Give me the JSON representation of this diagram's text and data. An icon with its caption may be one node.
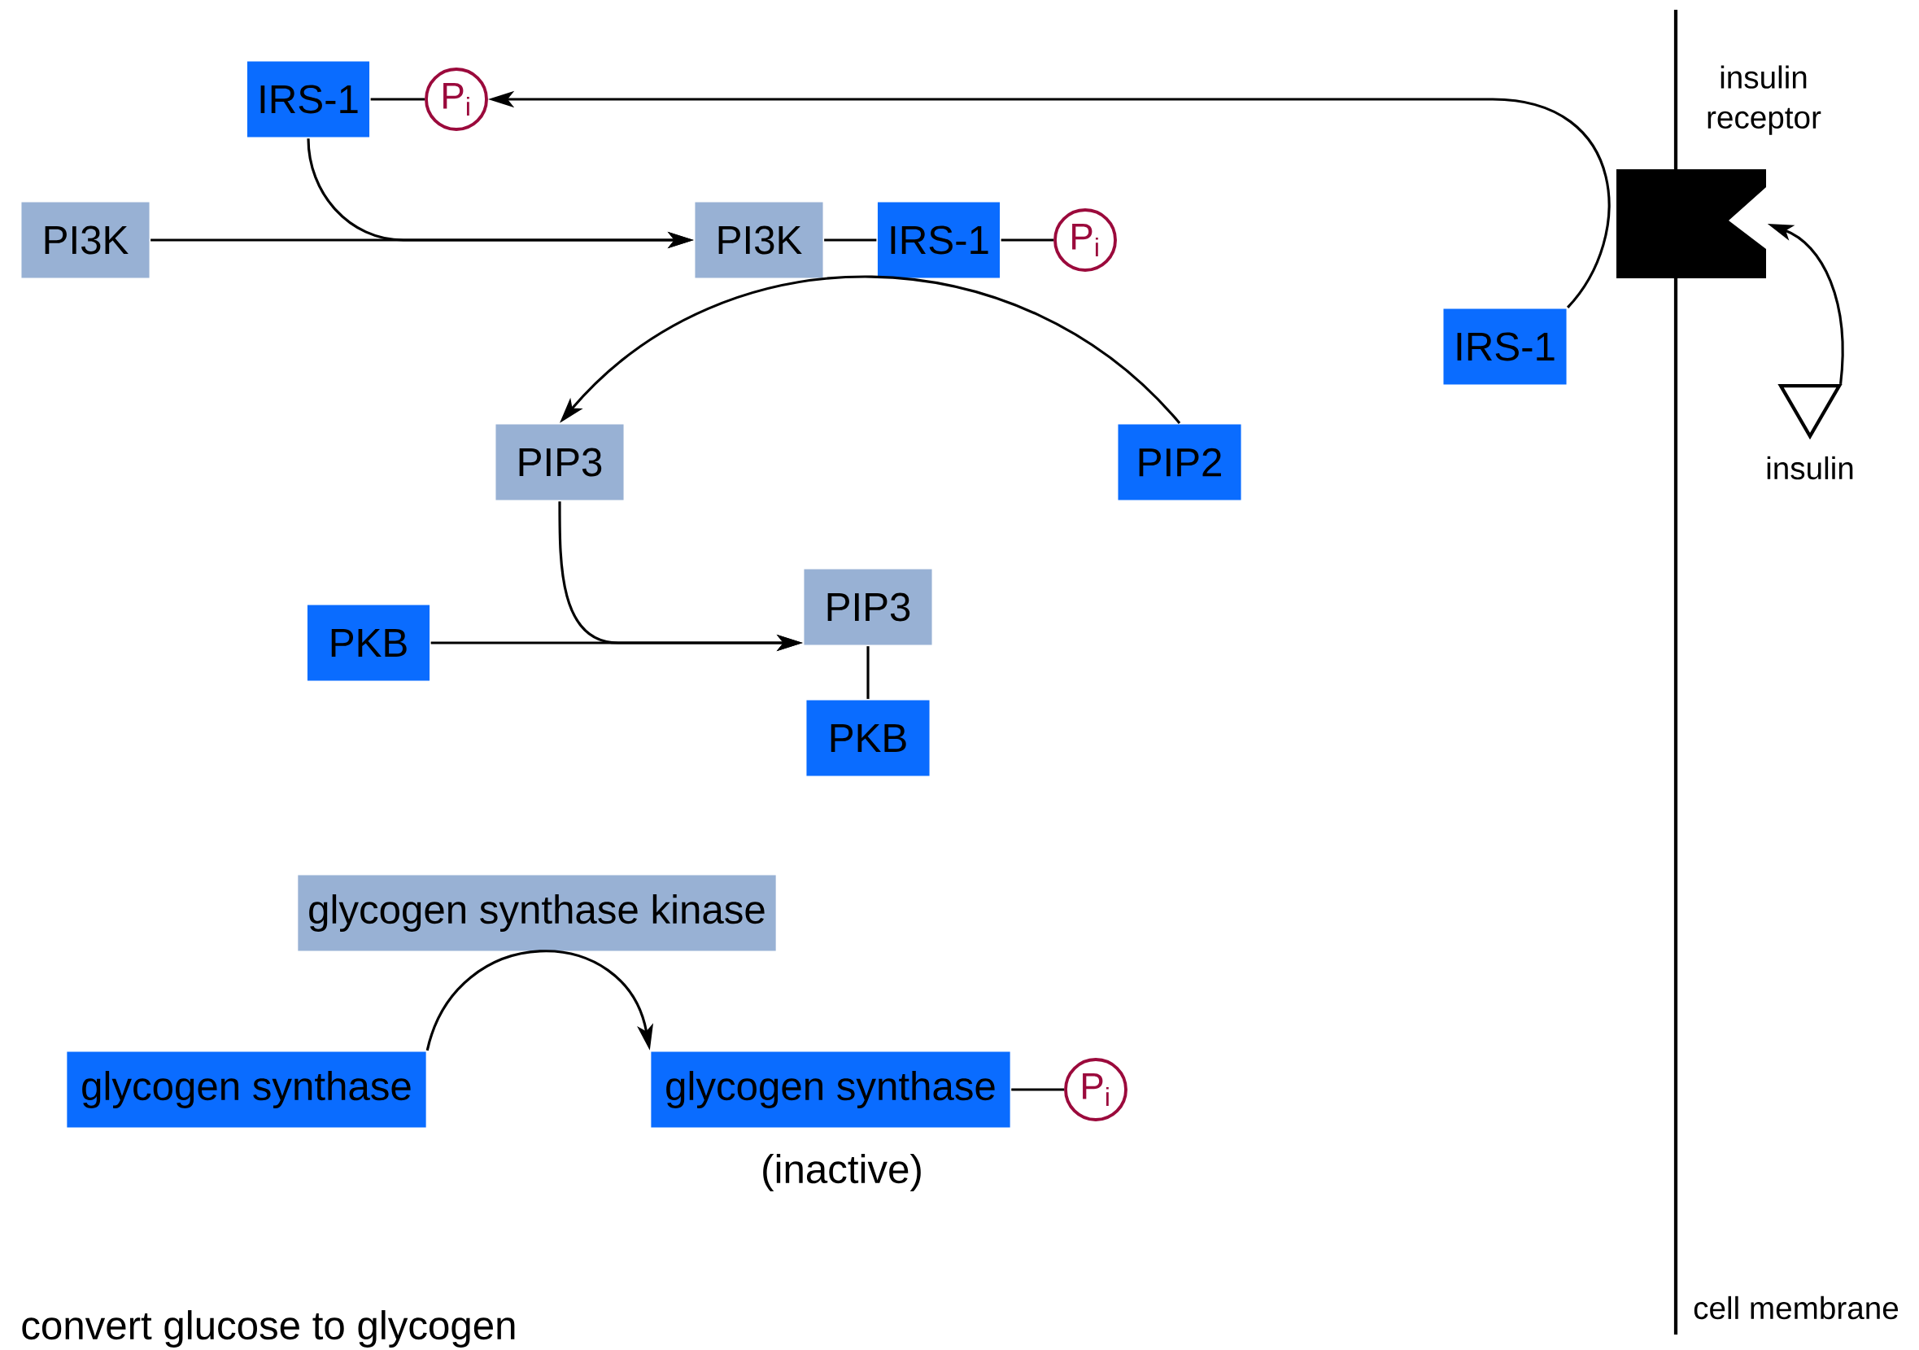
{
  "diagram": {
    "nodes": [
      {
        "text": [
          "IRS-1"
        ]
      },
      {
        "text": [
          "P$_{i}$"
        ]
      },
      {
        "text": [
          "PI3K"
        ]
      },
      {
        "text": [
          "PI3K"
        ]
      },
      {
        "text": [
          "IRS-1"
        ]
      },
      {
        "text": [
          "P$_{i}$"
        ]
      },
      {
        "text": [
          "PIP3"
        ]
      },
      {
        "text": [
          "PIP2"
        ]
      },
      {
        "text": [
          "PKB"
        ]
      },
      {
        "text": [
          "PIP3"
        ]
      },
      {
        "text": [
          "PKB"
        ]
      },
      {
        "text": [
          "glycogen synthase kinase"
        ]
      },
      {
        "text": [
          "glycogen synthase"
        ]
      },
      {
        "text": [
          "glycogen synthase"
        ],
        "beside": [
          "(inactive)"
        ]
      },
      {
        "text": [
          "P$_{i}$"
        ]
      },
      {
        "text": [
          "IRS-1"
        ]
      },
      {
        "text": [
          "insulin receptor"
        ]
      },
      {
        "text": [
          "insulin"
        ]
      }
    ],
    "edges": [
      {
        "from": 0,
        "to": 1,
        "arrow": "none"
      },
      {
        "from": 3,
        "to": 4,
        "arrow": "none"
      },
      {
        "from": 4,
        "to": 5,
        "arrow": "none"
      },
      {
        "from": 2,
        "to": 3,
        "arrow": "to"
      },
      {
        "from": 0,
        "to": 3,
        "arrow": "to"
      },
      {
        "from": 15,
        "to": 1,
        "arrow": "to"
      },
      {
        "from": 17,
        "to": 16,
        "arrow": "to"
      },
      {
        "from": 7,
        "to": 6,
        "arrow": "to"
      },
      {
        "from": 8,
        "to": 9,
        "arrow": "to"
      },
      {
        "from": 6,
        "to": 9,
        "arrow": "to"
      },
      {
        "from": 9,
        "to": 10,
        "arrow": "none"
      },
      {
        "from": 12,
        "to": 13,
        "arrow": "to"
      },
      {
        "from": 13,
        "to": 14,
        "arrow": "none"
      }
    ],
    "labels": [
      "cell membrane",
      "convert glucose to glycogen"
    ]
  }
}
